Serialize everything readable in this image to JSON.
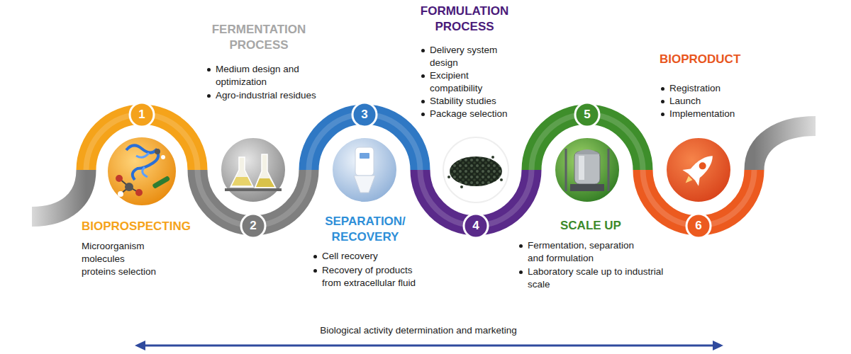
{
  "diagram": {
    "nodes": [
      {
        "text": [
          "1"
        ]
      },
      {
        "text": [
          "2"
        ]
      },
      {
        "text": [
          "3"
        ]
      },
      {
        "text": [
          "4"
        ]
      },
      {
        "text": [
          "5"
        ]
      },
      {
        "text": [
          "6"
        ]
      }
    ],
    "labels": [
      "BIOPROSPECTING",
      "Microorganism molecules proteins selection",
      "FERMENTATION PROCESS",
      "Medium design and optimization",
      "Agro-industrial residues",
      "SEPARATION/ RECOVERY",
      "Cell recovery",
      "Recovery of products from extracellular fluid",
      "FORMULATION PROCESS",
      "Delivery system design",
      "Excipient compatibility",
      "Stability studies",
      "Package selection",
      "SCALE UP",
      "Fermentation, separation and formulation",
      "Laboratory scale up to industrial scale",
      "BIOPRODUCT",
      "Registration",
      "Launch",
      "Implementation",
      "Biological activity determination and marketing"
    ]
  }
}
